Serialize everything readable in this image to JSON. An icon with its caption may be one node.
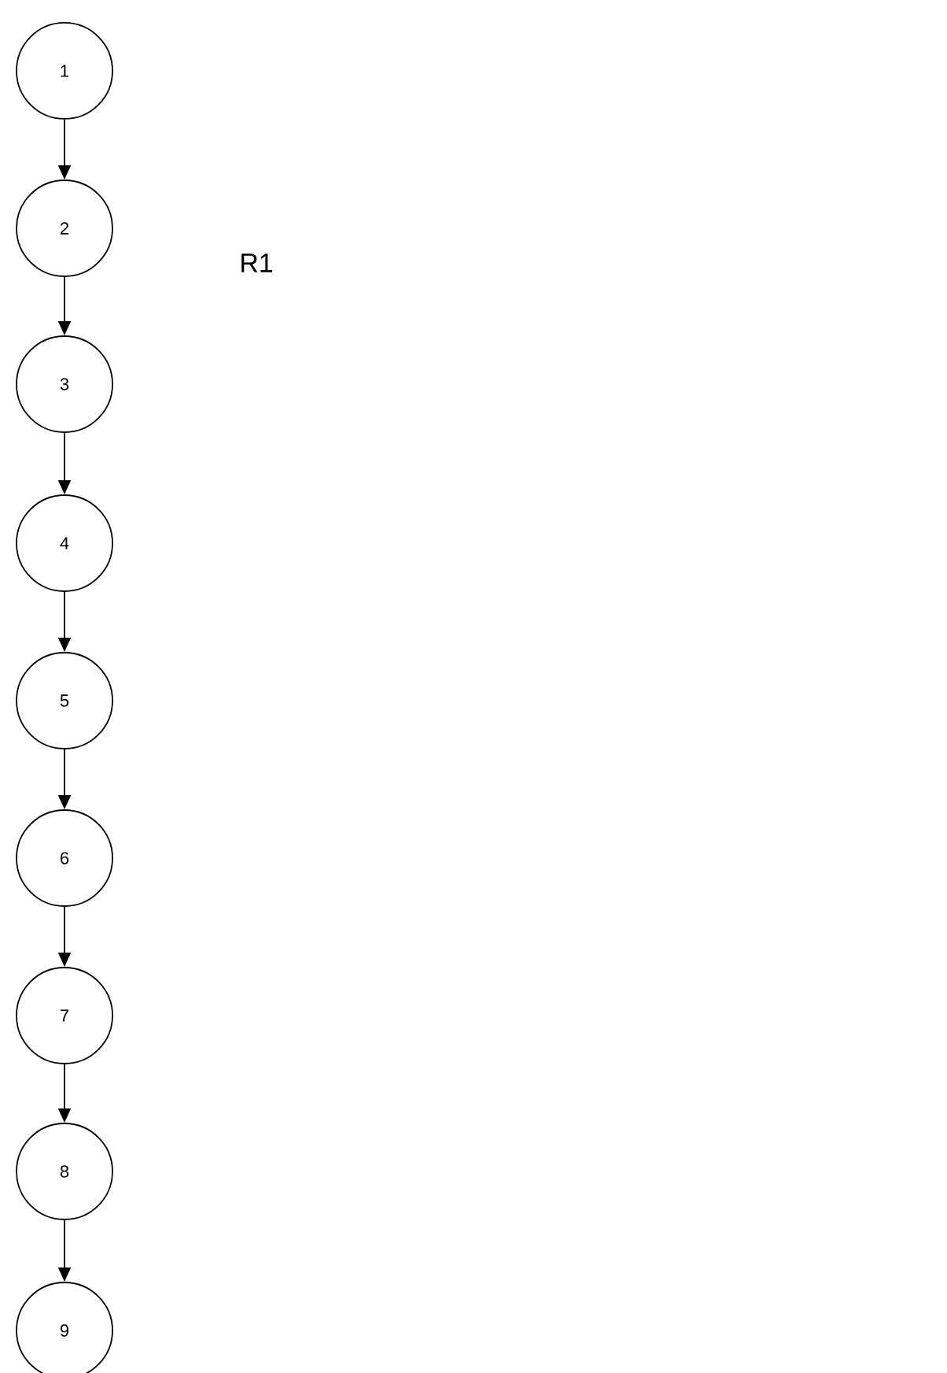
{
  "diagram": {
    "nodes": [
      {
        "text": [
          "1"
        ]
      },
      {
        "text": [
          "2"
        ]
      },
      {
        "text": [
          "3"
        ]
      },
      {
        "text": [
          "4"
        ]
      },
      {
        "text": [
          "5"
        ]
      },
      {
        "text": [
          "6"
        ]
      },
      {
        "text": [
          "7"
        ]
      },
      {
        "text": [
          "8"
        ]
      },
      {
        "text": [
          "9"
        ]
      }
    ],
    "edges": [
      {
        "from": 0,
        "to": 1,
        "arrow": "to"
      },
      {
        "from": 1,
        "to": 2,
        "arrow": "to"
      },
      {
        "from": 2,
        "to": 3,
        "arrow": "to"
      },
      {
        "from": 3,
        "to": 4,
        "arrow": "to"
      },
      {
        "from": 4,
        "to": 5,
        "arrow": "to"
      },
      {
        "from": 5,
        "to": 6,
        "arrow": "to"
      },
      {
        "from": 6,
        "to": 7,
        "arrow": "to"
      },
      {
        "from": 7,
        "to": 8,
        "arrow": "to"
      }
    ],
    "labels": [
      "R1"
    ]
  }
}
